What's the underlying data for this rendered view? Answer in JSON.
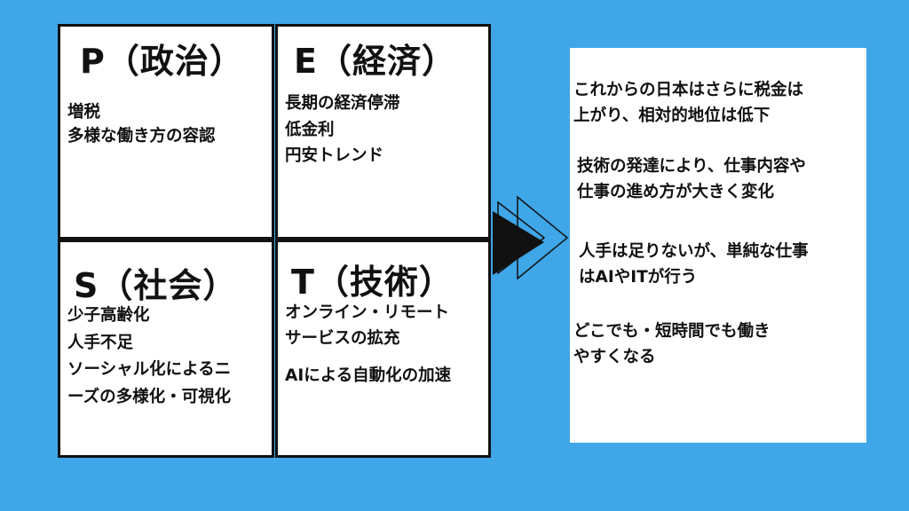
{
  "pest": {
    "p": {
      "title": "P（政治）",
      "items": [
        "増税",
        "多様な働き方の容認"
      ]
    },
    "e": {
      "title": "E（経済）",
      "items": [
        "長期の経済停滞",
        "低金利",
        "円安トレンド"
      ]
    },
    "s": {
      "title": "S（社会）",
      "items": [
        "少子高齢化",
        "人手不足",
        "ソーシャル化によるニ",
        "ーズの多様化・可視化"
      ]
    },
    "t": {
      "title": "T（技術）",
      "items": [
        "オンライン・リモート",
        "サービスの拡充",
        "AIによる自動化の加速"
      ]
    }
  },
  "summary": [
    [
      "これからの日本はさらに税金は",
      "上がり、相対的地位は低下"
    ],
    [
      "技術の発達により、仕事内容や",
      "仕事の進め方が大きく変化"
    ],
    [
      "人手は足りないが、単純な仕事",
      "はAIやITが行う"
    ],
    [
      "どこでも・短時間でも働き",
      "やすくなる"
    ]
  ],
  "colors": {
    "background": "#3fa6e8",
    "box": "#ffffff",
    "border": "#111111",
    "arrow": "#111111"
  }
}
